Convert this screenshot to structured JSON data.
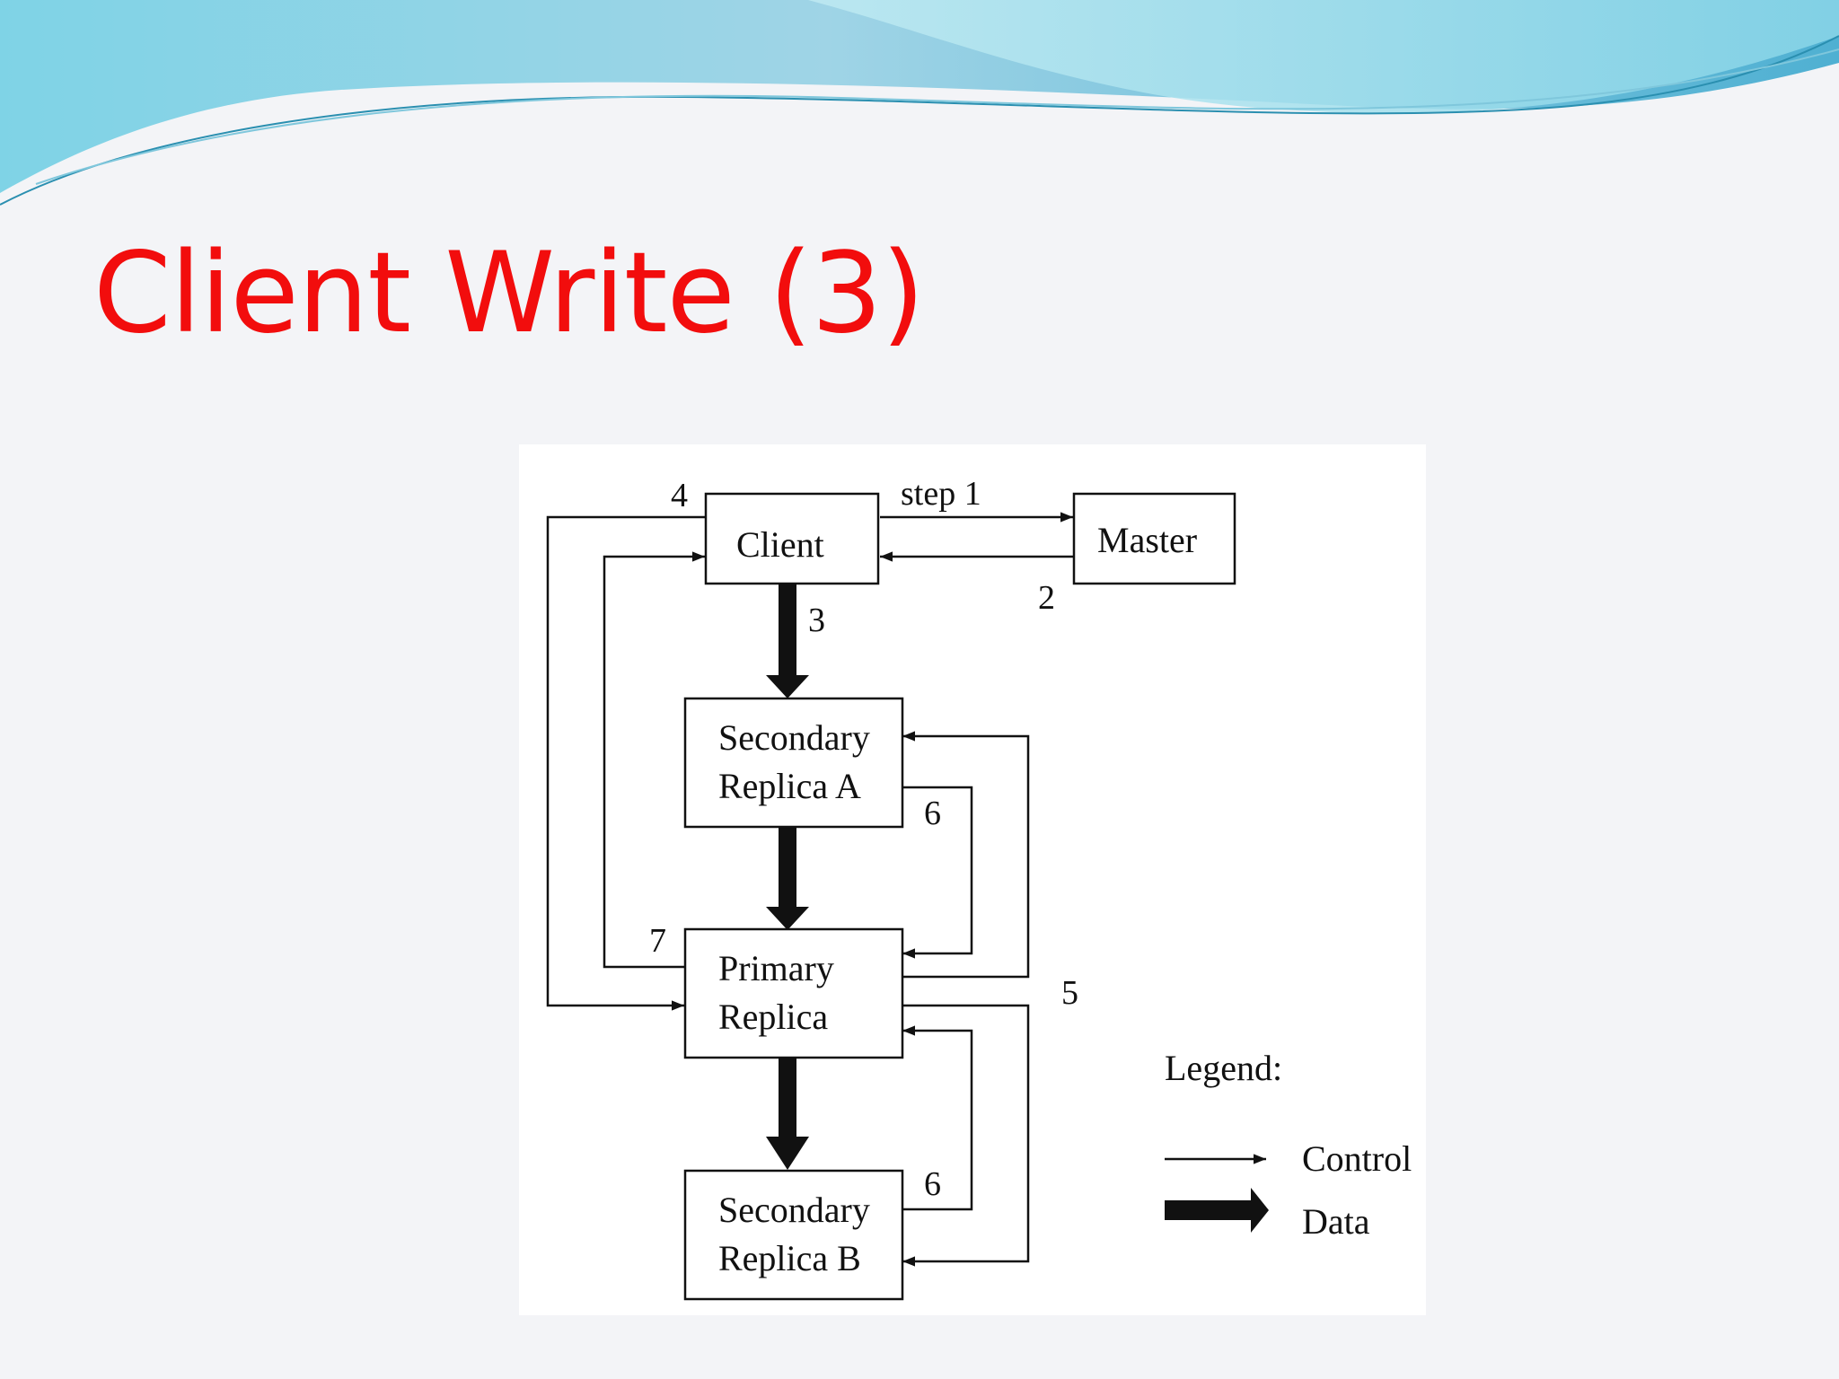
{
  "slide": {
    "title": "Client Write (3)"
  },
  "colors": {
    "title": "#f20d0d",
    "background": "#f3f4f7",
    "header_wave_light": "#bfe7ee",
    "header_wave_dark": "#5bb9d6"
  },
  "diagram": {
    "nodes": {
      "client": "Client",
      "master": "Master",
      "secondary_a": [
        "Secondary",
        "Replica A"
      ],
      "primary": [
        "Primary",
        "Replica"
      ],
      "secondary_b": [
        "Secondary",
        "Replica B"
      ]
    },
    "steps": {
      "step1": "step 1",
      "step2": "2",
      "step3": "3",
      "step4": "4",
      "step5": "5",
      "step6_a": "6",
      "step6_b": "6",
      "step7": "7"
    },
    "legend": {
      "title": "Legend:",
      "control": "Control",
      "data": "Data"
    }
  }
}
